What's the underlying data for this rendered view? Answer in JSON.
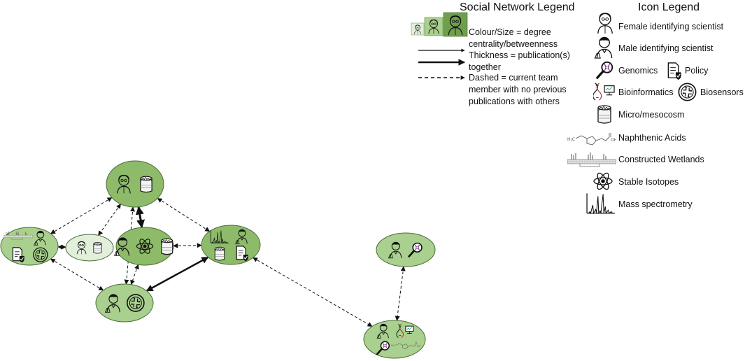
{
  "social_legend": {
    "title": "Social Network Legend",
    "items": [
      {
        "kind": "colour-size",
        "text": "Colour/Size = degree centrality/betweenness"
      },
      {
        "kind": "solid-line",
        "text": "Thickness = publication(s) together"
      },
      {
        "kind": "dashed-line",
        "text": "Dashed = current team member with no previous publications with others"
      }
    ]
  },
  "icon_legend": {
    "title": "Icon Legend",
    "items": [
      {
        "icon": "female-scientist-icon",
        "label": "Female identifying scientist"
      },
      {
        "icon": "male-scientist-icon",
        "label": "Male identifying scientist"
      },
      {
        "icon": "genomics-icon",
        "label": "Genomics"
      },
      {
        "icon": "policy-icon",
        "label": "Policy"
      },
      {
        "icon": "bioinformatics-icon",
        "label": "Bioinformatics"
      },
      {
        "icon": "biosensors-icon",
        "label": "Biosensors"
      },
      {
        "icon": "mesocosm-icon",
        "label": "Micro/mesocosm"
      },
      {
        "icon": "naphthenic-acids-icon",
        "label": "Naphthenic Acids"
      },
      {
        "icon": "constructed-wetlands-icon",
        "label": "Constructed Wetlands"
      },
      {
        "icon": "stable-isotopes-icon",
        "label": "Stable Isotopes"
      },
      {
        "icon": "mass-spectrometry-icon",
        "label": "Mass spectrometry"
      }
    ]
  },
  "colors": {
    "node_dark": "#8dbb6a",
    "node_medium": "#a9d08e",
    "node_light": "#e2efda",
    "node_stroke": "#4a6b35",
    "edge": "#111111"
  },
  "network": {
    "nodes": [
      {
        "id": "A",
        "name": "female-scientist-mesocosm-node",
        "shade": "dark",
        "icons": [
          "female-scientist-icon",
          "mesocosm-icon"
        ]
      },
      {
        "id": "B",
        "name": "male-scientist-wetlands-policy-biosensors-node",
        "shade": "medium",
        "icons": [
          "constructed-wetlands-icon",
          "male-scientist-icon",
          "policy-icon",
          "biosensors-icon"
        ]
      },
      {
        "id": "C",
        "name": "female-scientist-mesocosm-light-node",
        "shade": "light",
        "icons": [
          "female-scientist-icon",
          "mesocosm-icon"
        ]
      },
      {
        "id": "D",
        "name": "male-scientist-isotopes-mesocosm-node",
        "shade": "dark",
        "icons": [
          "male-scientist-icon",
          "stable-isotopes-icon",
          "mesocosm-icon"
        ]
      },
      {
        "id": "E",
        "name": "male-scientist-mesocosm-policy-node",
        "shade": "dark",
        "icons": [
          "mass-spectrometry-icon",
          "male-scientist-icon",
          "mesocosm-icon",
          "policy-icon"
        ]
      },
      {
        "id": "F",
        "name": "male-scientist-biosensors-node",
        "shade": "medium",
        "icons": [
          "male-scientist-icon",
          "biosensors-icon"
        ]
      },
      {
        "id": "G",
        "name": "male-scientist-genomics-node",
        "shade": "medium",
        "icons": [
          "male-scientist-icon",
          "genomics-icon"
        ]
      },
      {
        "id": "H",
        "name": "male-scientist-bioinformatics-naphthenic-node",
        "shade": "medium",
        "icons": [
          "male-scientist-icon",
          "bioinformatics-icon",
          "genomics-icon",
          "naphthenic-acids-icon"
        ]
      }
    ],
    "edges": [
      {
        "from": "A",
        "to": "D",
        "style": "solid",
        "weight": 3,
        "arrows": "both"
      },
      {
        "from": "A",
        "to": "E",
        "style": "dashed",
        "weight": 1,
        "arrows": "both"
      },
      {
        "from": "A",
        "to": "C",
        "style": "dashed",
        "weight": 1,
        "arrows": "both"
      },
      {
        "from": "A",
        "to": "B",
        "style": "dashed",
        "weight": 1,
        "arrows": "both"
      },
      {
        "from": "A",
        "to": "F",
        "style": "dashed",
        "weight": 1,
        "arrows": "both"
      },
      {
        "from": "B",
        "to": "C",
        "style": "dashed",
        "weight": 1,
        "arrows": "both"
      },
      {
        "from": "B",
        "to": "F",
        "style": "dashed",
        "weight": 1,
        "arrows": "both"
      },
      {
        "from": "D",
        "to": "E",
        "style": "dashed",
        "weight": 1,
        "arrows": "both"
      },
      {
        "from": "D",
        "to": "F",
        "style": "dashed",
        "weight": 1,
        "arrows": "both"
      },
      {
        "from": "F",
        "to": "E",
        "style": "solid",
        "weight": 2.5,
        "arrows": "both"
      },
      {
        "from": "E",
        "to": "H",
        "style": "dashed",
        "weight": 1,
        "arrows": "both"
      },
      {
        "from": "G",
        "to": "H",
        "style": "dashed",
        "weight": 1,
        "arrows": "both"
      }
    ]
  }
}
